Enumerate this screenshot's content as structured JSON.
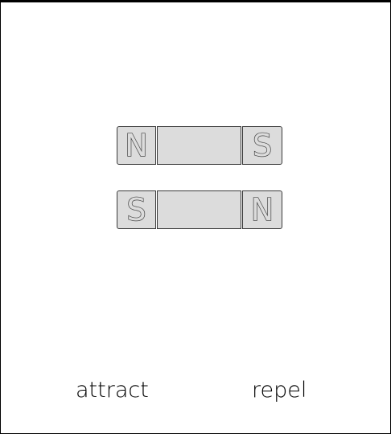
{
  "magnets": [
    {
      "left_pole": "N",
      "right_pole": "S"
    },
    {
      "left_pole": "S",
      "right_pole": "N"
    }
  ],
  "labels": {
    "attract": "attract",
    "repel": "repel"
  },
  "colors": {
    "magnet_fill": "#dcdcdc",
    "magnet_outline": "#3a3a3a",
    "background": "#ffffff",
    "border": "#000000"
  }
}
